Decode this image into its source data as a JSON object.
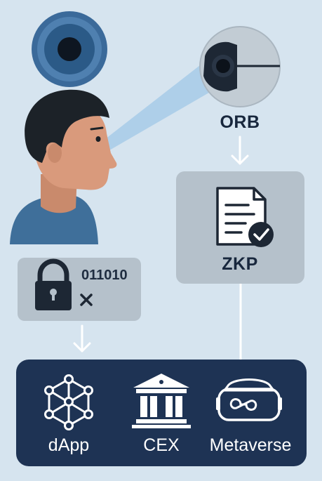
{
  "nodes": {
    "orb": "ORB",
    "zkp": "ZKP",
    "binary": "011010"
  },
  "apps": [
    {
      "label": "dApp",
      "icon": "network-icon"
    },
    {
      "label": "CEX",
      "icon": "bank-icon"
    },
    {
      "label": "Metaverse",
      "icon": "vr-headset-icon"
    }
  ],
  "colors": {
    "background": "#d6e4ef",
    "panel_dark": "#1e3354",
    "node_box": "#b5c1cb",
    "skin": "#d99a7c",
    "shirt": "#3f6f9a",
    "hair": "#1c2228"
  }
}
